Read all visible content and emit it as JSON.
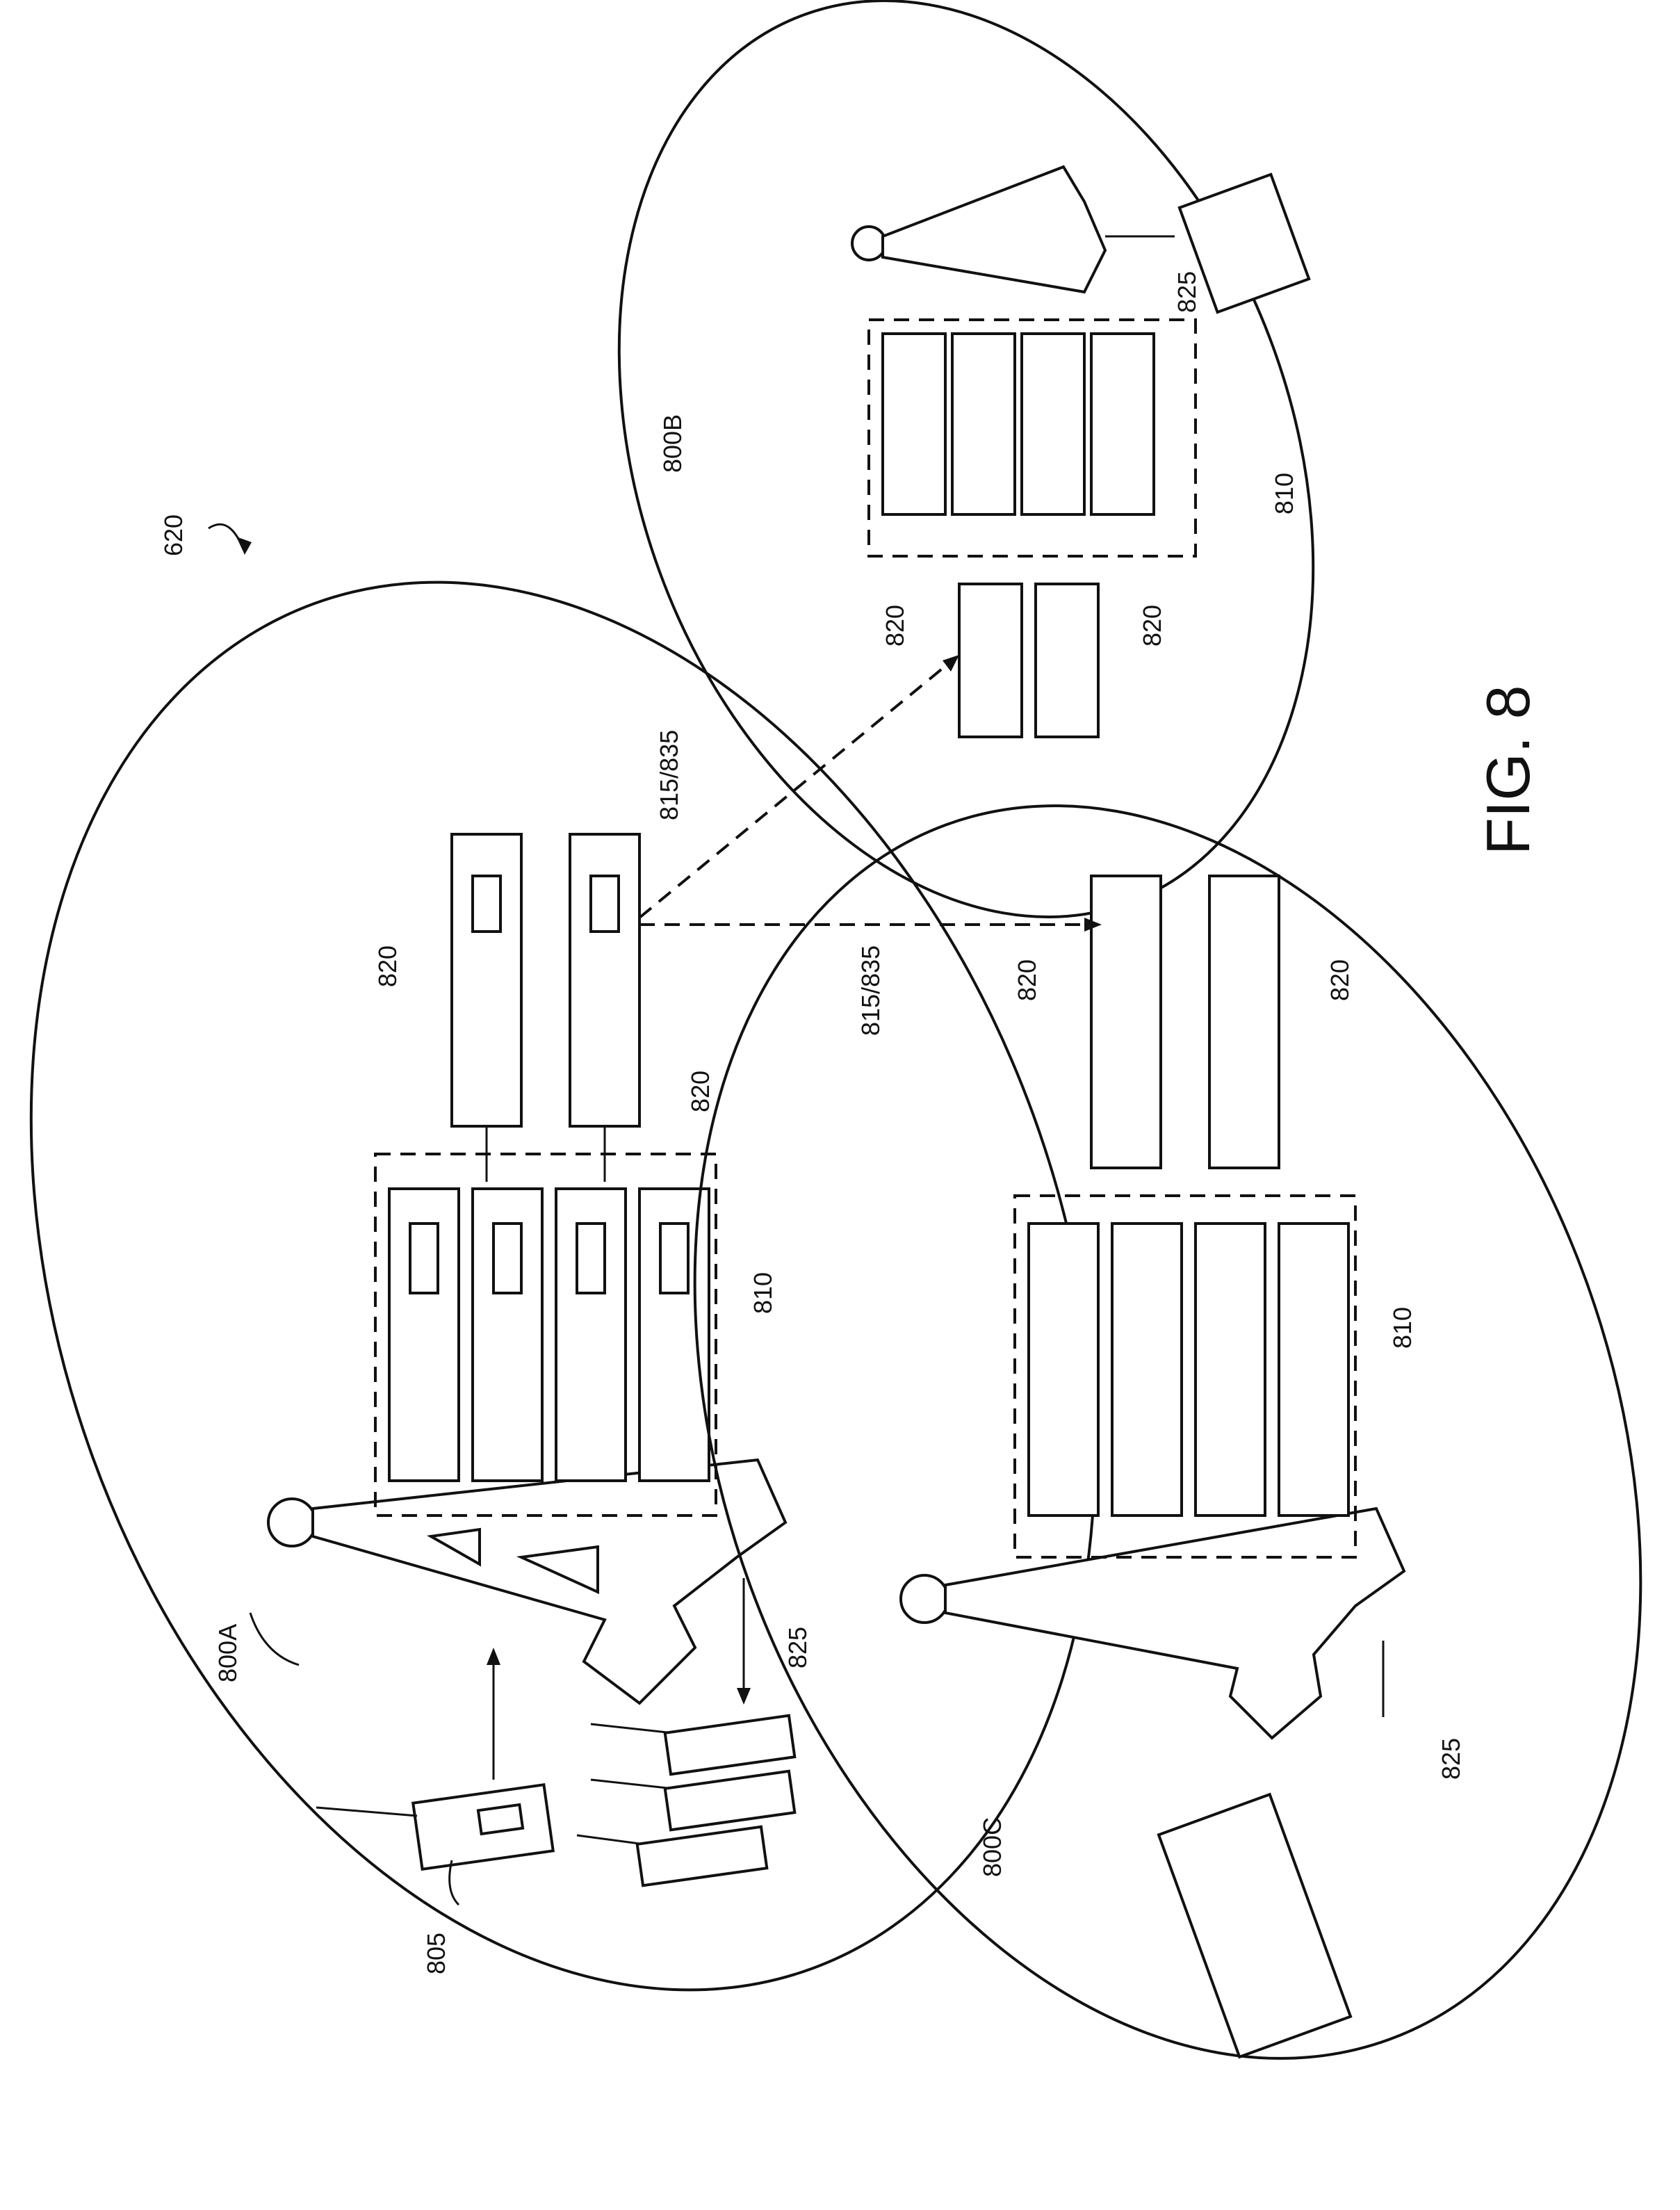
{
  "figure": {
    "ref": "620",
    "caption": "FIG. 8"
  },
  "regions": {
    "a": "800A",
    "b": "800B",
    "c": "800C"
  },
  "labels": {
    "radio": "805",
    "server_group": "810",
    "server": "820",
    "link": "815/835",
    "air_link": "825"
  }
}
